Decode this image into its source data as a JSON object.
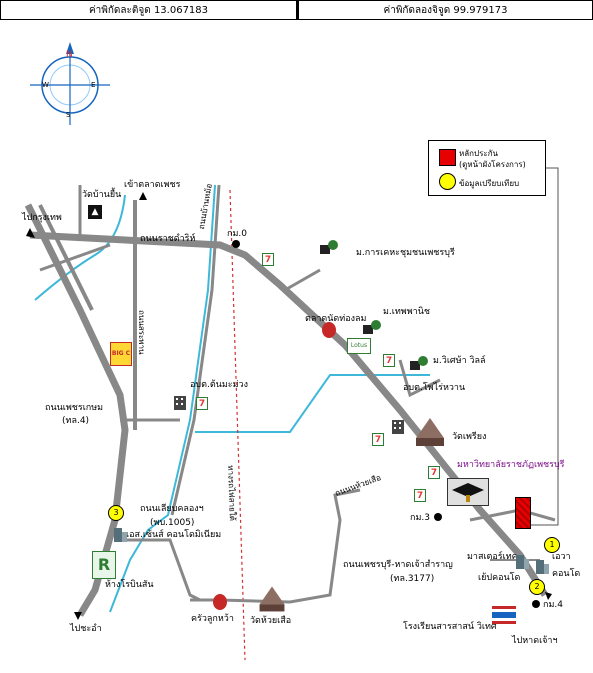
{
  "header": {
    "latitude": "ค่าพิกัดละติจูด 13.067183",
    "longitude": "ค่าพิกัดลองจิจูด 99.979173"
  },
  "compass": {
    "north": "N",
    "east": "E",
    "south": "S",
    "west": "W"
  },
  "legend": {
    "project_label": "หลักประกัน",
    "project_sub": "(ดูหน้าผังโครงการ)",
    "compare_label": "ข้อมูลเปรียบเทียบ"
  },
  "colors": {
    "road": "#8c8c8c",
    "water": "#3db8d8",
    "boundary": "#d32f2f",
    "marker": "#ffff00",
    "subject": "#e60000"
  },
  "labels": {
    "wat_ban_yuen": "วัดบ้านยื้น",
    "to_market": "เข้าตลาดเพชร",
    "to_bangkok": "ไปกรุงเทพ",
    "rachawithi_rd": "ถนนราชดำริห์",
    "bridge_rd": "ถนนบ้านหม้อ",
    "km0": "กม.0",
    "mor_karnkheha": "ม.การเคหะชุมชนเพชรบุรี",
    "talad_nad_tongsom": "ตลาดนัดท่องลม",
    "mor_thepphanich": "ม.เทพพานิช",
    "lotus": "Lotus",
    "mor_wisetta": "ม.วิเศษ้า วิลล์",
    "obt_ton_mamuang": "อบต.ต้นมะม่วง",
    "obt_pho_rai_wan": "อบต.โพไร่หวาน",
    "wat_phriang": "วัดเพรียง",
    "petchkasem_rd": "ถนนเพชรเกษม",
    "hwy4": "(ทล.4)",
    "university": "มหาวิทยาลัยราชภัฏเพชรบุรี",
    "railway": "ทางรถไฟสายใต้",
    "klongtung_rd": "ถนนเลียบคลองฯ",
    "pb1005": "(พบ.1005)",
    "rd_kanlan": "ถนนนห้วยเสือ",
    "km3": "กม.3",
    "hwy3177_rd": "ถนนเพชรบุรี-หาดเจ้าสำราญ",
    "hwy3177": "(ทล.3177)",
    "asan_condo": "เอส.เซ้นส์ คอนโดมิเนียม",
    "robinson": "ห้างโรบินสัน",
    "to_cha_am": "ไปชะอำ",
    "krua_luk_wa": "ครัวลูกหว้า",
    "wat_huai_suea": "วัดห้วยเสือ",
    "master_tech": "มาสเตอร์เทค",
    "yep_condo": "เย้ปคอนโด",
    "aowa": "เอวา",
    "condo": "คอนโด",
    "km4": "กม.4",
    "school": "โรงเรียนสารสาสน์ วิเทศ",
    "to_hat_chao": "ไปหาดเจ้าฯ",
    "sr_road": "ถนนสระพาน"
  },
  "markers": {
    "m1": "1",
    "m2": "2",
    "m3": "3"
  },
  "icons": {
    "seven_eleven": "7",
    "big_c": "BIG C",
    "robinson_logo": "R"
  }
}
